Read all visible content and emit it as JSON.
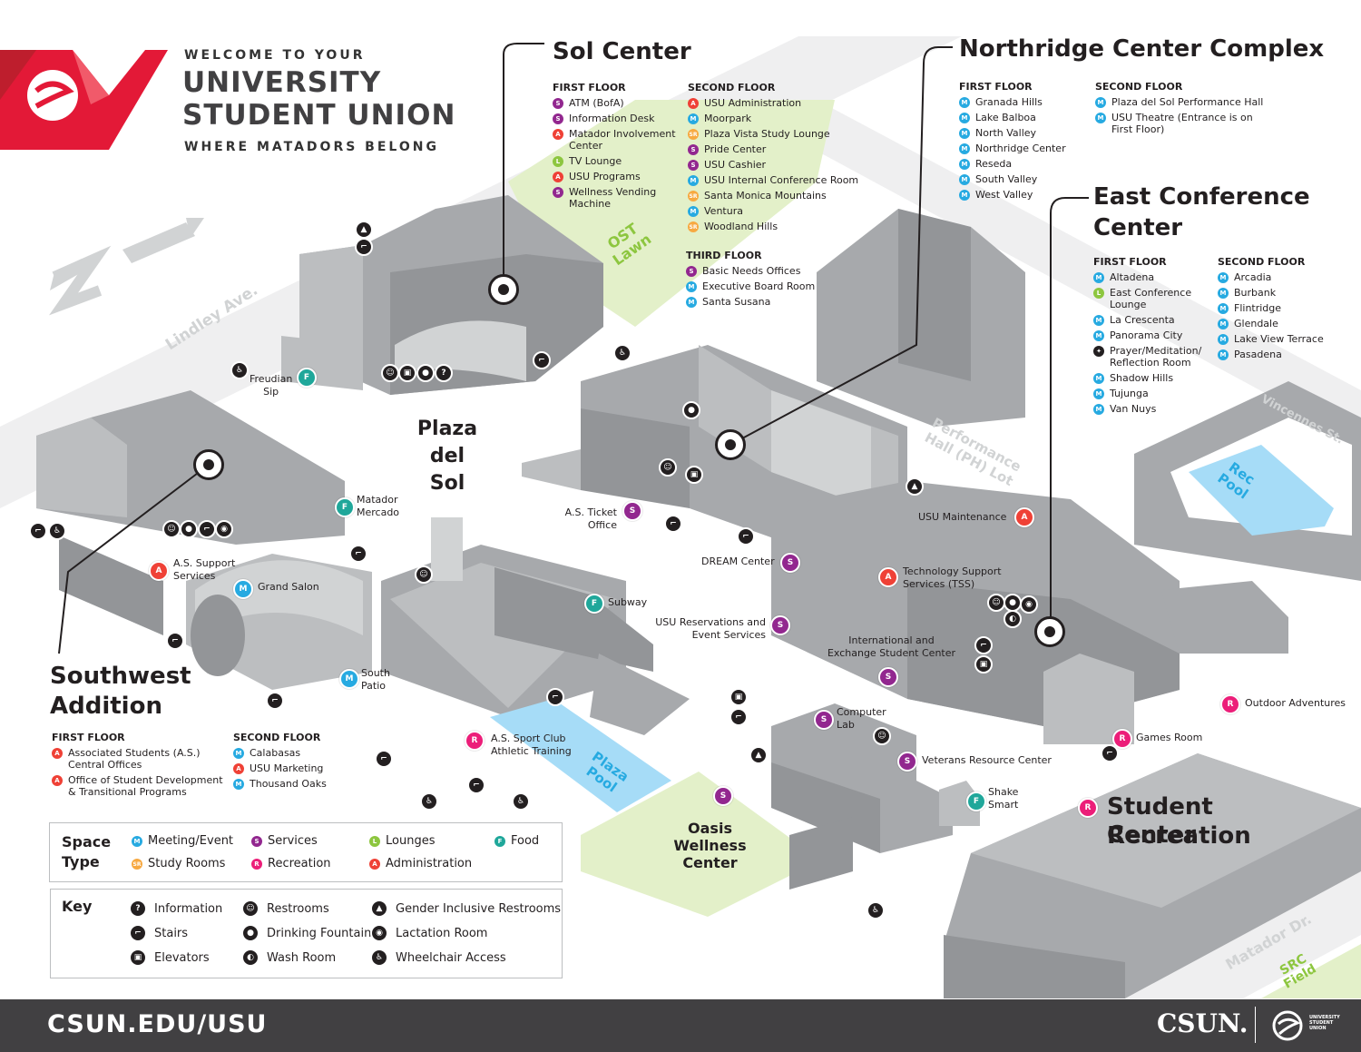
{
  "header": {
    "line1": "WELCOME TO YOUR",
    "line2": "UNIVERSITY",
    "line3": "STUDENT UNION",
    "line4": "WHERE MATADORS BELONG"
  },
  "colors": {
    "meeting": "#27aae1",
    "services": "#92278f",
    "administration": "#ef4136",
    "lounges": "#8dc63f",
    "food": "#1fa79a",
    "recreation": "#ec1e79",
    "study": "#f7a941",
    "brand_red": "#e31937",
    "footer": "#414042",
    "lawn": "#e3f0c9",
    "pool": "#a6dcf7"
  },
  "sol_center": {
    "title": "Sol Center",
    "first_floor": {
      "heading": "FIRST FLOOR",
      "items": [
        {
          "t": "S",
          "label": "ATM (BofA)"
        },
        {
          "t": "S",
          "label": "Information Desk"
        },
        {
          "t": "A",
          "label": "Matador Involvement Center"
        },
        {
          "t": "L",
          "label": "TV Lounge"
        },
        {
          "t": "A",
          "label": "USU Programs"
        },
        {
          "t": "S",
          "label": "Wellness Vending Machine"
        }
      ]
    },
    "second_floor": {
      "heading": "SECOND FLOOR",
      "items": [
        {
          "t": "A",
          "label": "USU Administration"
        },
        {
          "t": "M",
          "label": "Moorpark"
        },
        {
          "t": "SR",
          "label": "Plaza Vista Study Lounge"
        },
        {
          "t": "S",
          "label": "Pride Center"
        },
        {
          "t": "S",
          "label": "USU Cashier"
        },
        {
          "t": "M",
          "label": "USU Internal Conference Room"
        },
        {
          "t": "SR",
          "label": "Santa Monica Mountains"
        },
        {
          "t": "M",
          "label": "Ventura"
        },
        {
          "t": "SR",
          "label": "Woodland Hills"
        }
      ]
    },
    "third_floor": {
      "heading": "THIRD FLOOR",
      "items": [
        {
          "t": "S",
          "label": "Basic Needs Offices"
        },
        {
          "t": "M",
          "label": "Executive Board Room"
        },
        {
          "t": "M",
          "label": "Santa Susana"
        }
      ]
    }
  },
  "northridge": {
    "title": "Northridge Center Complex",
    "first_floor": {
      "heading": "FIRST FLOOR",
      "items": [
        {
          "t": "M",
          "label": "Granada Hills"
        },
        {
          "t": "M",
          "label": "Lake Balboa"
        },
        {
          "t": "M",
          "label": "North Valley"
        },
        {
          "t": "M",
          "label": "Northridge Center"
        },
        {
          "t": "M",
          "label": "Reseda"
        },
        {
          "t": "M",
          "label": "South Valley"
        },
        {
          "t": "M",
          "label": "West Valley"
        }
      ]
    },
    "second_floor": {
      "heading": "SECOND FLOOR",
      "items": [
        {
          "t": "M",
          "label": "Plaza del Sol Performance Hall"
        },
        {
          "t": "M",
          "label": "USU Theatre (Entrance is on First Floor)"
        }
      ]
    }
  },
  "east_conf": {
    "title_line1": "East Conference",
    "title_line2": "Center",
    "first_floor": {
      "heading": "FIRST FLOOR",
      "items": [
        {
          "t": "M",
          "label": "Altadena"
        },
        {
          "t": "L",
          "label": "East Conference Lounge"
        },
        {
          "t": "M",
          "label": "La Crescenta"
        },
        {
          "t": "M",
          "label": "Panorama City"
        },
        {
          "t": "K",
          "label": "Prayer/Meditation/ Reflection Room"
        },
        {
          "t": "M",
          "label": "Shadow Hills"
        },
        {
          "t": "M",
          "label": "Tujunga"
        },
        {
          "t": "M",
          "label": "Van Nuys"
        }
      ]
    },
    "second_floor": {
      "heading": "SECOND FLOOR",
      "items": [
        {
          "t": "M",
          "label": "Arcadia"
        },
        {
          "t": "M",
          "label": "Burbank"
        },
        {
          "t": "M",
          "label": "Flintridge"
        },
        {
          "t": "M",
          "label": "Glendale"
        },
        {
          "t": "M",
          "label": "Lake View Terrace"
        },
        {
          "t": "M",
          "label": "Pasadena"
        }
      ]
    }
  },
  "southwest": {
    "title_line1": "Southwest",
    "title_line2": "Addition",
    "first_floor": {
      "heading": "FIRST FLOOR",
      "items": [
        {
          "t": "A",
          "label": "Associated Students (A.S.) Central Offices"
        },
        {
          "t": "A",
          "label": "Office of Student Development & Transitional Programs"
        }
      ]
    },
    "second_floor": {
      "heading": "SECOND FLOOR",
      "items": [
        {
          "t": "M",
          "label": "Calabasas"
        },
        {
          "t": "A",
          "label": "USU Marketing"
        },
        {
          "t": "M",
          "label": "Thousand Oaks"
        }
      ]
    }
  },
  "src": {
    "title_line1": "Student Recreation",
    "title_line2": "Center"
  },
  "map": {
    "plaza_l1": "Plaza",
    "plaza_l2": "del Sol",
    "ost_l1": "OST",
    "ost_l2": "Lawn",
    "lindley": "Lindley Ave.",
    "ph_l1": "Performance",
    "ph_l2": "Hall (PH) Lot",
    "vincennes": "Vincennes St.",
    "rec_l1": "Rec",
    "rec_l2": "Pool",
    "plaza_pool_l1": "Plaza",
    "plaza_pool_l2": "Pool",
    "oasis_l1": "Oasis",
    "oasis_l2": "Wellness",
    "oasis_l3": "Center",
    "matador_dr": "Matador Dr.",
    "src_l1": "SRC",
    "src_l2": "Field",
    "freudian_l1": "Freudian",
    "freudian_l2": "Sip",
    "mercado_l1": "Matador",
    "mercado_l2": "Mercado",
    "as_support_l1": "A.S. Support",
    "as_support_l2": "Services",
    "grand_salon": "Grand Salon",
    "ticket_l1": "A.S. Ticket",
    "ticket_l2": "Office",
    "dream": "DREAM Center",
    "subway": "Subway",
    "reservations_l1": "USU Reservations and",
    "reservations_l2": "Event Services",
    "maintenance": "USU Maintenance",
    "tss_l1": "Technology Support",
    "tss_l2": "Services (TSS)",
    "intl_l1": "International and",
    "intl_l2": "Exchange Student Center",
    "south_patio_l1": "South",
    "south_patio_l2": "Patio",
    "sportclub_l1": "A.S. Sport Club",
    "sportclub_l2": "Athletic Training",
    "computer_l1": "Computer",
    "computer_l2": "Lab",
    "veterans": "Veterans Resource Center",
    "shake_l1": "Shake",
    "shake_l2": "Smart",
    "outdoor": "Outdoor Adventures",
    "games": "Games Room"
  },
  "space_type": {
    "heading_l1": "Space",
    "heading_l2": "Type",
    "items": [
      {
        "t": "M",
        "label": "Meeting/Event"
      },
      {
        "t": "S",
        "label": "Services"
      },
      {
        "t": "L",
        "label": "Lounges"
      },
      {
        "t": "F",
        "label": "Food"
      },
      {
        "t": "SR",
        "label": "Study Rooms"
      },
      {
        "t": "R",
        "label": "Recreation"
      },
      {
        "t": "A",
        "label": "Administration"
      }
    ]
  },
  "key": {
    "heading": "Key",
    "items": [
      {
        "icon": "information-icon",
        "label": "Information"
      },
      {
        "icon": "restrooms-icon",
        "label": "Restrooms"
      },
      {
        "icon": "gender-inclusive-icon",
        "label": "Gender Inclusive Restrooms"
      },
      {
        "icon": "stairs-icon",
        "label": "Stairs"
      },
      {
        "icon": "drinking-fountain-icon",
        "label": "Drinking Fountain"
      },
      {
        "icon": "lactation-icon",
        "label": "Lactation Room"
      },
      {
        "icon": "elevator-icon",
        "label": "Elevators"
      },
      {
        "icon": "wash-room-icon",
        "label": "Wash Room"
      },
      {
        "icon": "wheelchair-icon",
        "label": "Wheelchair Access"
      }
    ]
  },
  "footer": {
    "url": "CSUN.EDU/USU",
    "csun": "CSUN.",
    "usu_l1": "UNIVERSITY",
    "usu_l2": "STUDENT",
    "usu_l3": "UNION"
  }
}
